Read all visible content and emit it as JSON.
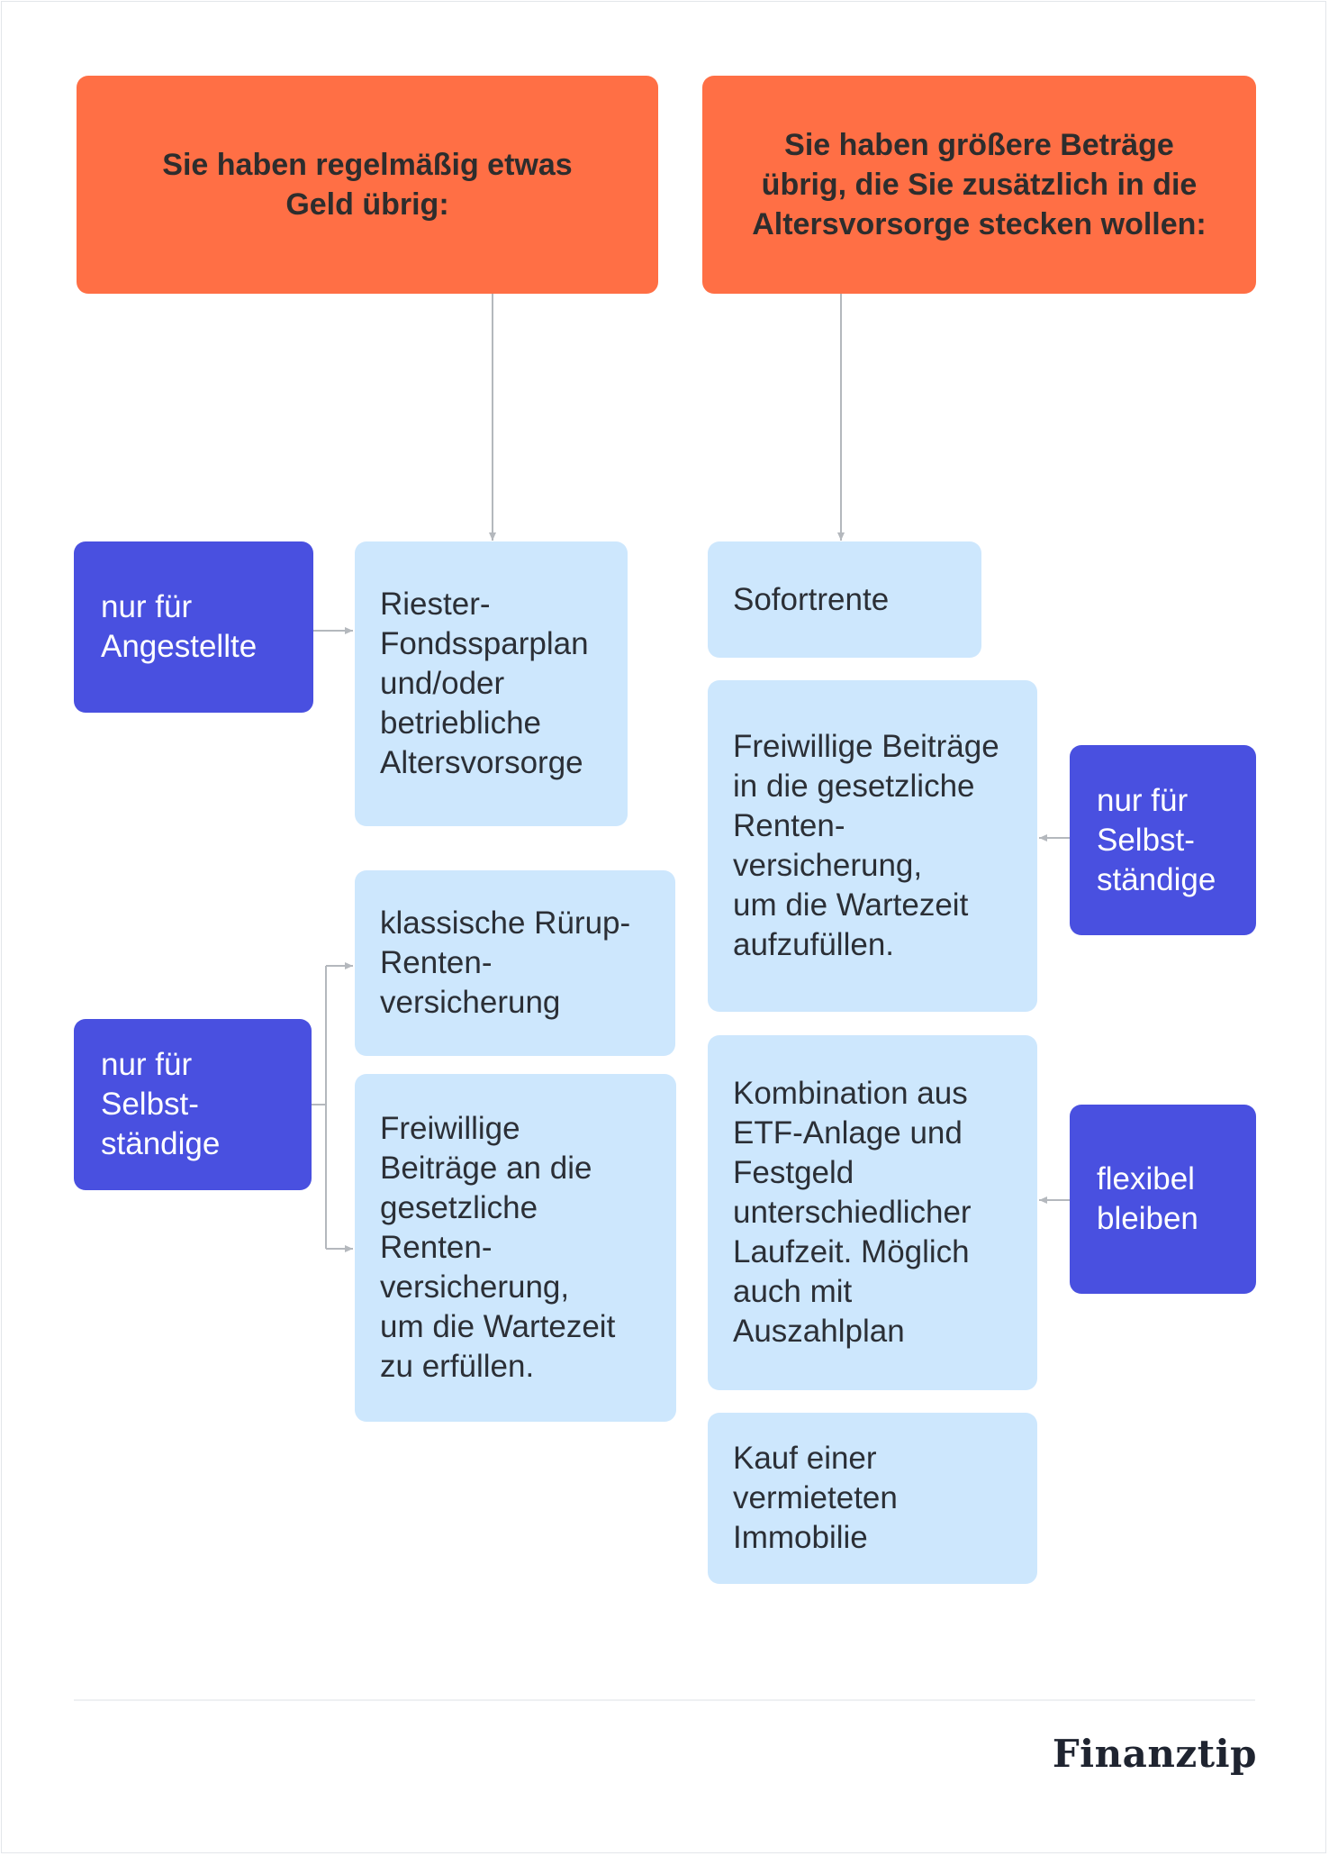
{
  "headers": {
    "left": "Sie haben regelmäßig etwas\nGeld übrig:",
    "right": "Sie haben größere Beträge\nübrig, die Sie zusätzlich in die\nAltersvorsorge stecken wollen:"
  },
  "left_column": {
    "tag_employees": "nur für\nAngestellte",
    "riester": "Riester-\nFondssparplan\nund/oder\nbetriebliche\nAltersvorsorge",
    "tag_self_employed": "nur für\nSelbst-\nständige",
    "ruerup": "klassische Rürup-\nRenten-\nversicherung",
    "voluntary": "Freiwillige\nBeiträge an die\ngesetzliche\nRenten-\nversicherung,\num die Wartezeit\nzu erfüllen."
  },
  "right_column": {
    "immediate_annuity": "Sofortrente",
    "voluntary": "Freiwillige Beiträge\nin die gesetzliche\nRenten-\nversicherung,\num die Wartezeit\naufzufüllen.",
    "tag_self_employed": "nur für\nSelbst-\nständige",
    "etf_combo": "Kombination aus\nETF-Anlage und\nFestgeld\nunterschiedlicher\nLaufzeit. Möglich\nauch mit\nAuszahlplan",
    "tag_flexible": "flexibel\nbleiben",
    "real_estate": "Kauf einer\nvermieteten\nImmobilie"
  },
  "brand": "Finanztip",
  "colors": {
    "header": "#ff6f45",
    "tag": "#4950e0",
    "option": "#cde7fd",
    "connector": "#b4b8bd"
  }
}
